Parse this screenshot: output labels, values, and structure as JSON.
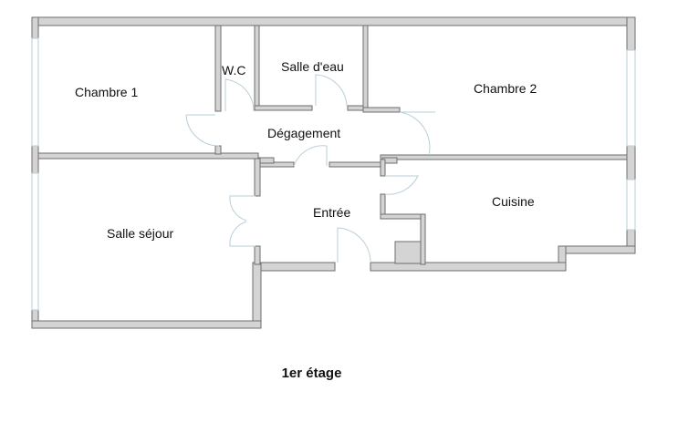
{
  "rooms": {
    "chambre1": "Chambre 1",
    "wc": "W.C",
    "salle_deau": "Salle d'eau",
    "chambre2": "Chambre 2",
    "degagement": "Dégagement",
    "salle_sejour": "Salle séjour",
    "entree": "Entrée",
    "cuisine": "Cuisine"
  },
  "floor_label": "1er étage"
}
